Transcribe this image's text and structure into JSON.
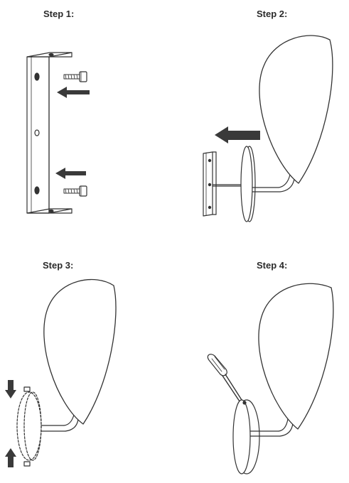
{
  "steps": [
    {
      "label": "Step 1:"
    },
    {
      "label": "Step 2:"
    },
    {
      "label": "Step 3:"
    },
    {
      "label": "Step 4:"
    }
  ],
  "colors": {
    "line": "#333333",
    "arrow": "#3a3a3a",
    "text": "#2b2b2b"
  },
  "icons": [
    "mounting-bracket",
    "screw",
    "arrow-left",
    "arrow-down",
    "arrow-up",
    "wall-lamp",
    "screwdriver"
  ]
}
